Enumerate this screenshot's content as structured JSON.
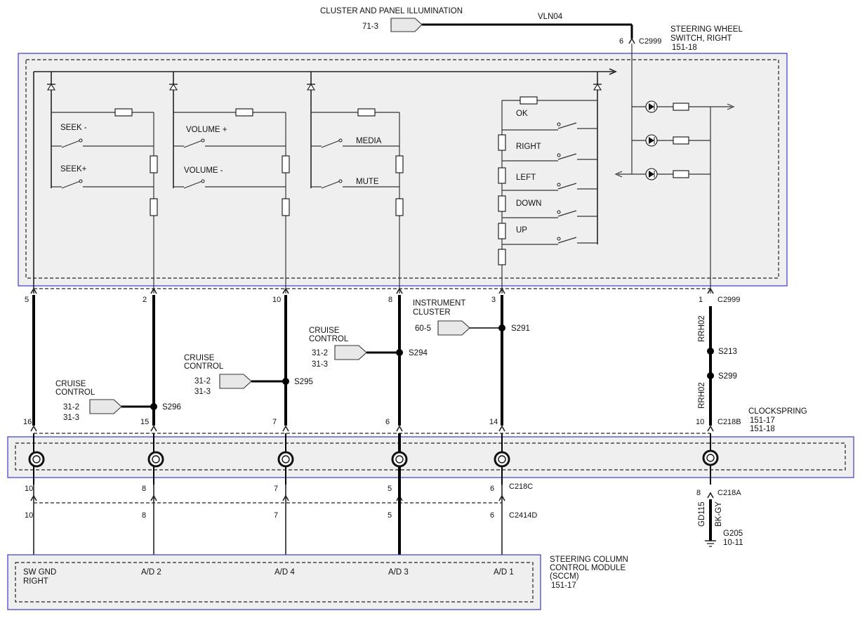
{
  "colors": {
    "panel_fill": "#efefef",
    "panel_border": "#3a3ad0",
    "wire": "#000000"
  },
  "top": {
    "illumination_label": "CLUSTER AND PANEL ILLUMINATION",
    "illumination_ref": "71-3",
    "illumination_wire": "VLN04",
    "switch_pin": "6",
    "switch_connector": "C2999",
    "switch_title_1": "STEERING WHEEL",
    "switch_title_2": "SWITCH, RIGHT",
    "switch_ref": "151-18"
  },
  "switches": {
    "seek_minus": "SEEK -",
    "seek_plus": "SEEK+",
    "volume_plus": "VOLUME +",
    "volume_minus": "VOLUME -",
    "media": "MEDIA",
    "mute": "MUTE",
    "ok": "OK",
    "right": "RIGHT",
    "left": "LEFT",
    "down": "DOWN",
    "up": "UP"
  },
  "c2999": {
    "connector": "C2999",
    "pins": [
      "5",
      "2",
      "10",
      "8",
      "3",
      "1"
    ]
  },
  "splices": {
    "s296": {
      "name": "S296",
      "title_1": "CRUISE",
      "title_2": "CONTROL",
      "ref_1": "31-2",
      "ref_2": "31-3"
    },
    "s295": {
      "name": "S295",
      "title_1": "CRUISE",
      "title_2": "CONTROL",
      "ref_1": "31-2",
      "ref_2": "31-3"
    },
    "s294": {
      "name": "S294",
      "title_1": "CRUISE",
      "title_2": "CONTROL",
      "ref_1": "31-2",
      "ref_2": "31-3"
    },
    "s291": {
      "name": "S291",
      "title_1": "INSTRUMENT",
      "title_2": "CLUSTER",
      "ref_1": "60-5"
    },
    "s213": "S213",
    "s299": "S299",
    "rrh02_a": "RRH02",
    "rrh02_b": "RRH02"
  },
  "c218b": {
    "connector": "C218B",
    "pins": [
      "16",
      "15",
      "7",
      "6",
      "14",
      "10"
    ],
    "clockspring_title": "CLOCKSPRING",
    "clockspring_ref_1": "151-17",
    "clockspring_ref_2": "151-18"
  },
  "c218c": {
    "connector": "C218C",
    "pins": [
      "10",
      "8",
      "7",
      "5",
      "6"
    ]
  },
  "c218a": {
    "connector": "C218A",
    "pin": "8",
    "wire_1": "GD115",
    "wire_2": "BK-GY",
    "ground": "G205",
    "ground_ref": "10-11"
  },
  "c2414d": {
    "connector": "C2414D",
    "pins": [
      "10",
      "8",
      "7",
      "5",
      "6"
    ]
  },
  "sccm": {
    "title_1": "STEERING COLUMN",
    "title_2": "CONTROL MODULE",
    "title_3": "(SCCM)",
    "ref": "151-17",
    "inputs": [
      "SW GND",
      "RIGHT",
      "A/D 2",
      "A/D 4",
      "A/D 3",
      "A/D 1"
    ]
  }
}
